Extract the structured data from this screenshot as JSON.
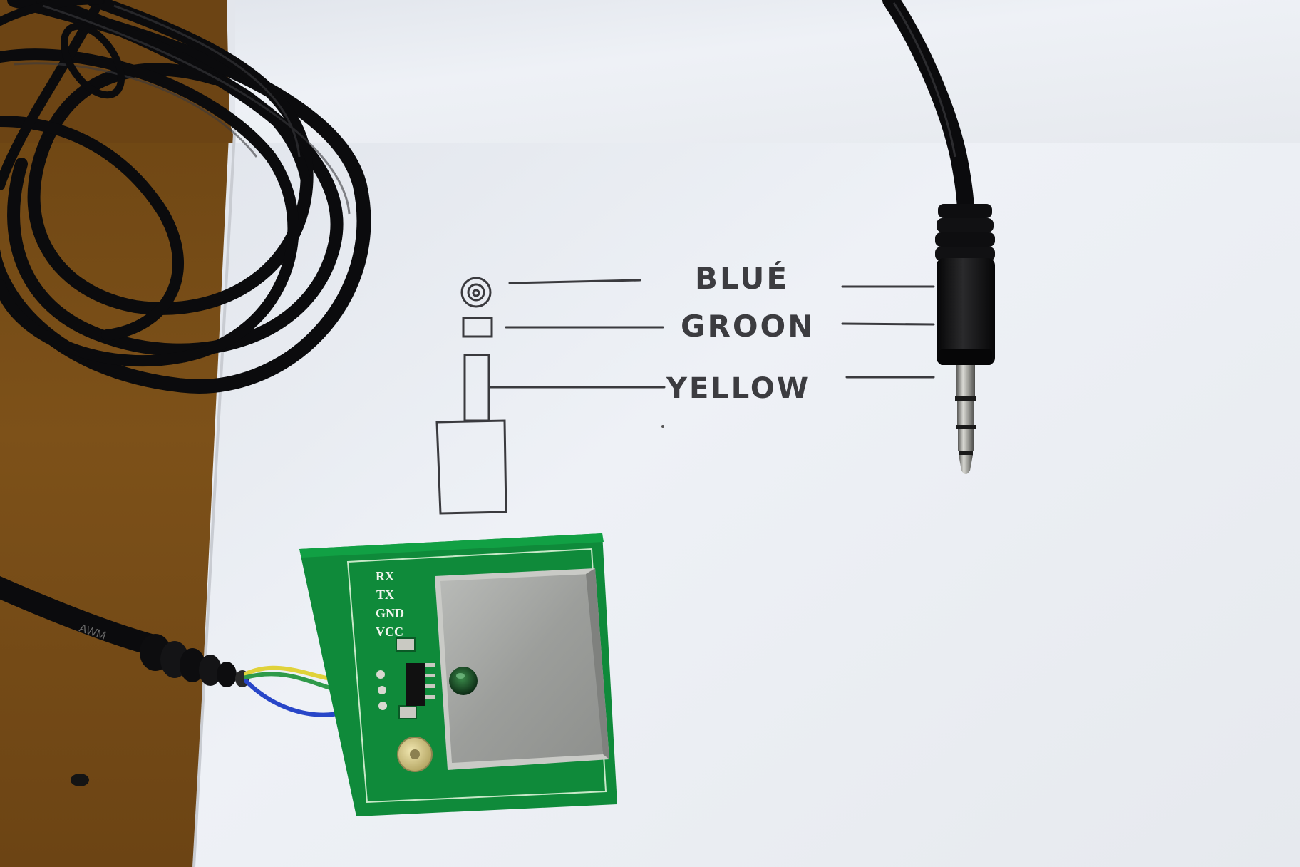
{
  "photo": {
    "sketch_labels": [
      "BLUÉ",
      "GROON",
      "YELLOW"
    ],
    "pcb_pins": [
      "RX",
      "TX",
      "GND",
      "VCC"
    ],
    "cable_print": "AWM",
    "colors": {
      "table": "#7a4e16",
      "paper": "#eef1f6",
      "pcb": "#0f8a3a",
      "cable": "#0b0b0d",
      "shield": "#a8aaa6",
      "wire_blue": "#2846c8",
      "wire_green": "#2f9a4a",
      "wire_yellow": "#e0d23a"
    }
  }
}
